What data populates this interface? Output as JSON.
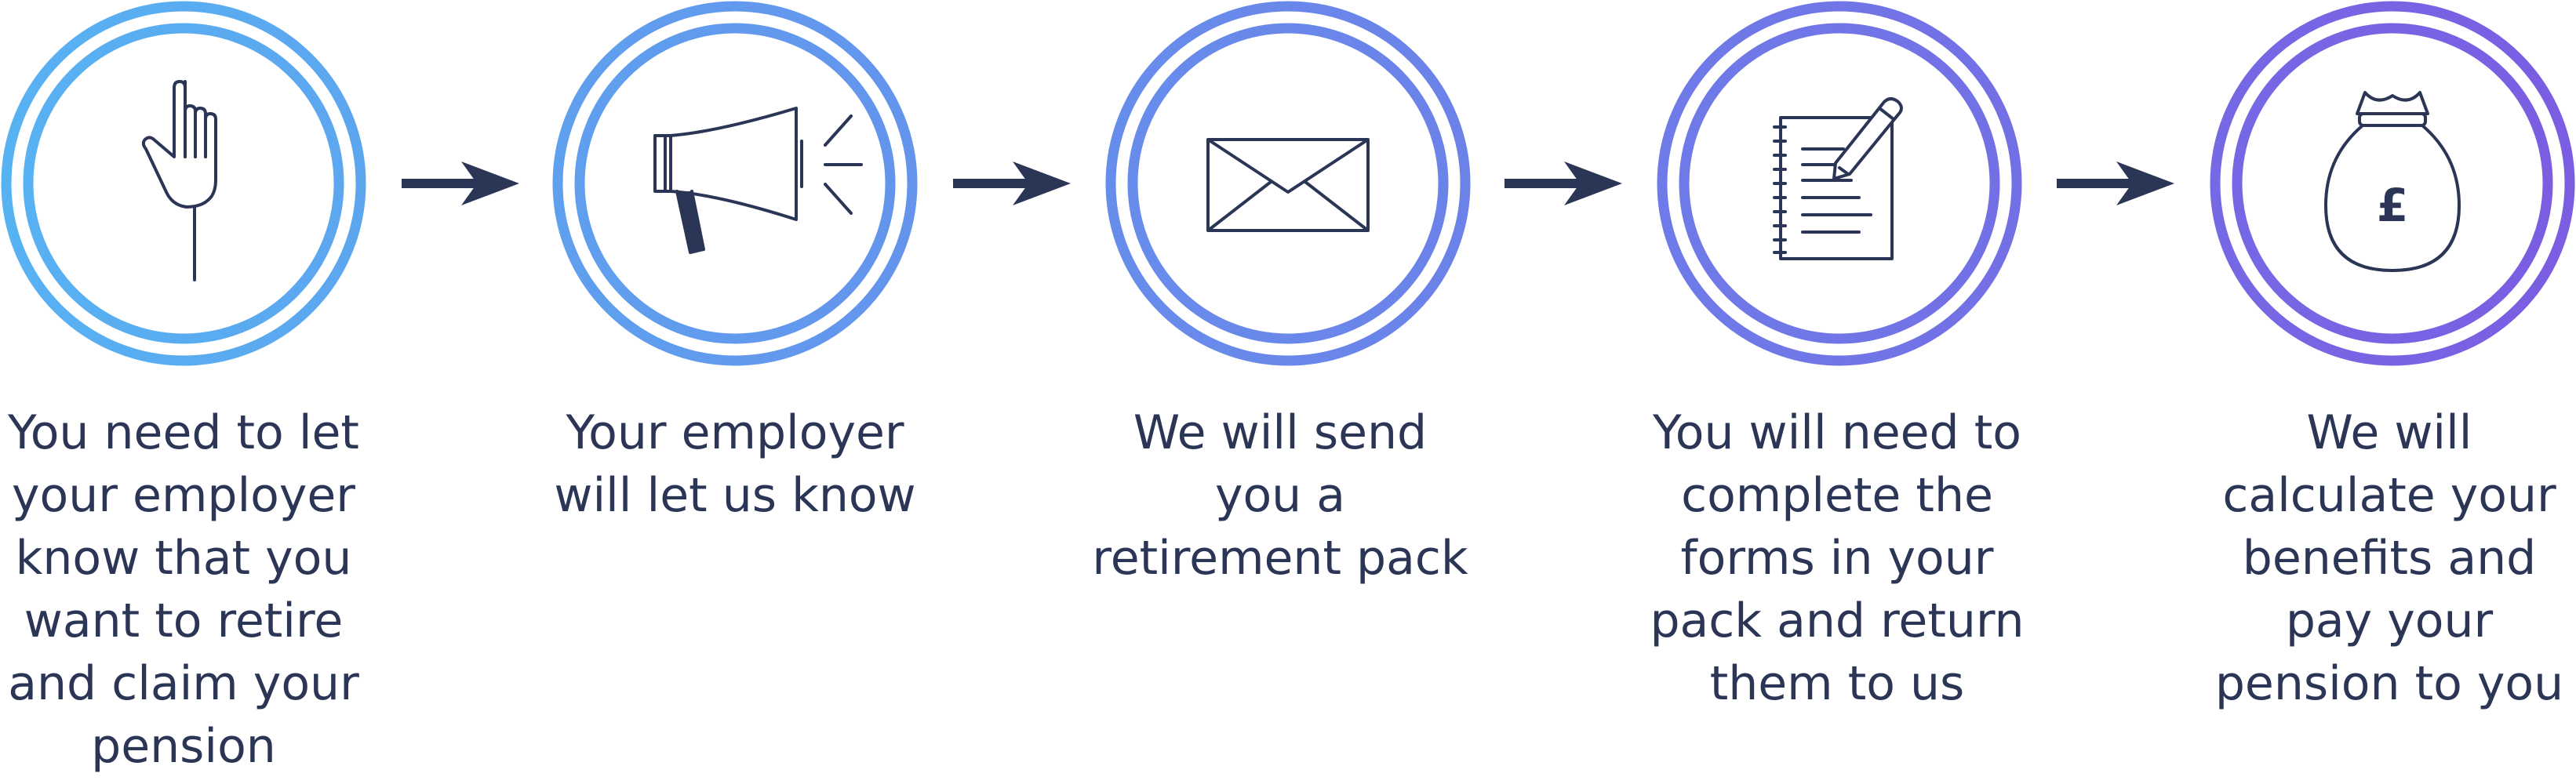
{
  "theme": {
    "gradient_start": "#57b2f2",
    "gradient_end": "#7b5de2",
    "icon_color": "#2b3556",
    "text_color": "#2b3556"
  },
  "steps": [
    {
      "icon": "pointing-hand-icon",
      "lines": [
        "You need to let",
        "your employer",
        "know that you",
        "want to retire",
        "and claim your",
        "pension"
      ]
    },
    {
      "icon": "megaphone-icon",
      "lines": [
        "Your employer",
        "will let us know"
      ]
    },
    {
      "icon": "envelope-icon",
      "lines": [
        "We will send",
        "you a",
        "retirement pack"
      ]
    },
    {
      "icon": "form-with-pencil-icon",
      "lines": [
        "You will need to",
        "complete the",
        "forms in your",
        "pack and return",
        "them to us"
      ]
    },
    {
      "icon": "money-bag-icon",
      "symbol": "£",
      "lines": [
        "We will",
        "calculate your",
        "benefits and",
        "pay your",
        "pension to you"
      ]
    }
  ]
}
